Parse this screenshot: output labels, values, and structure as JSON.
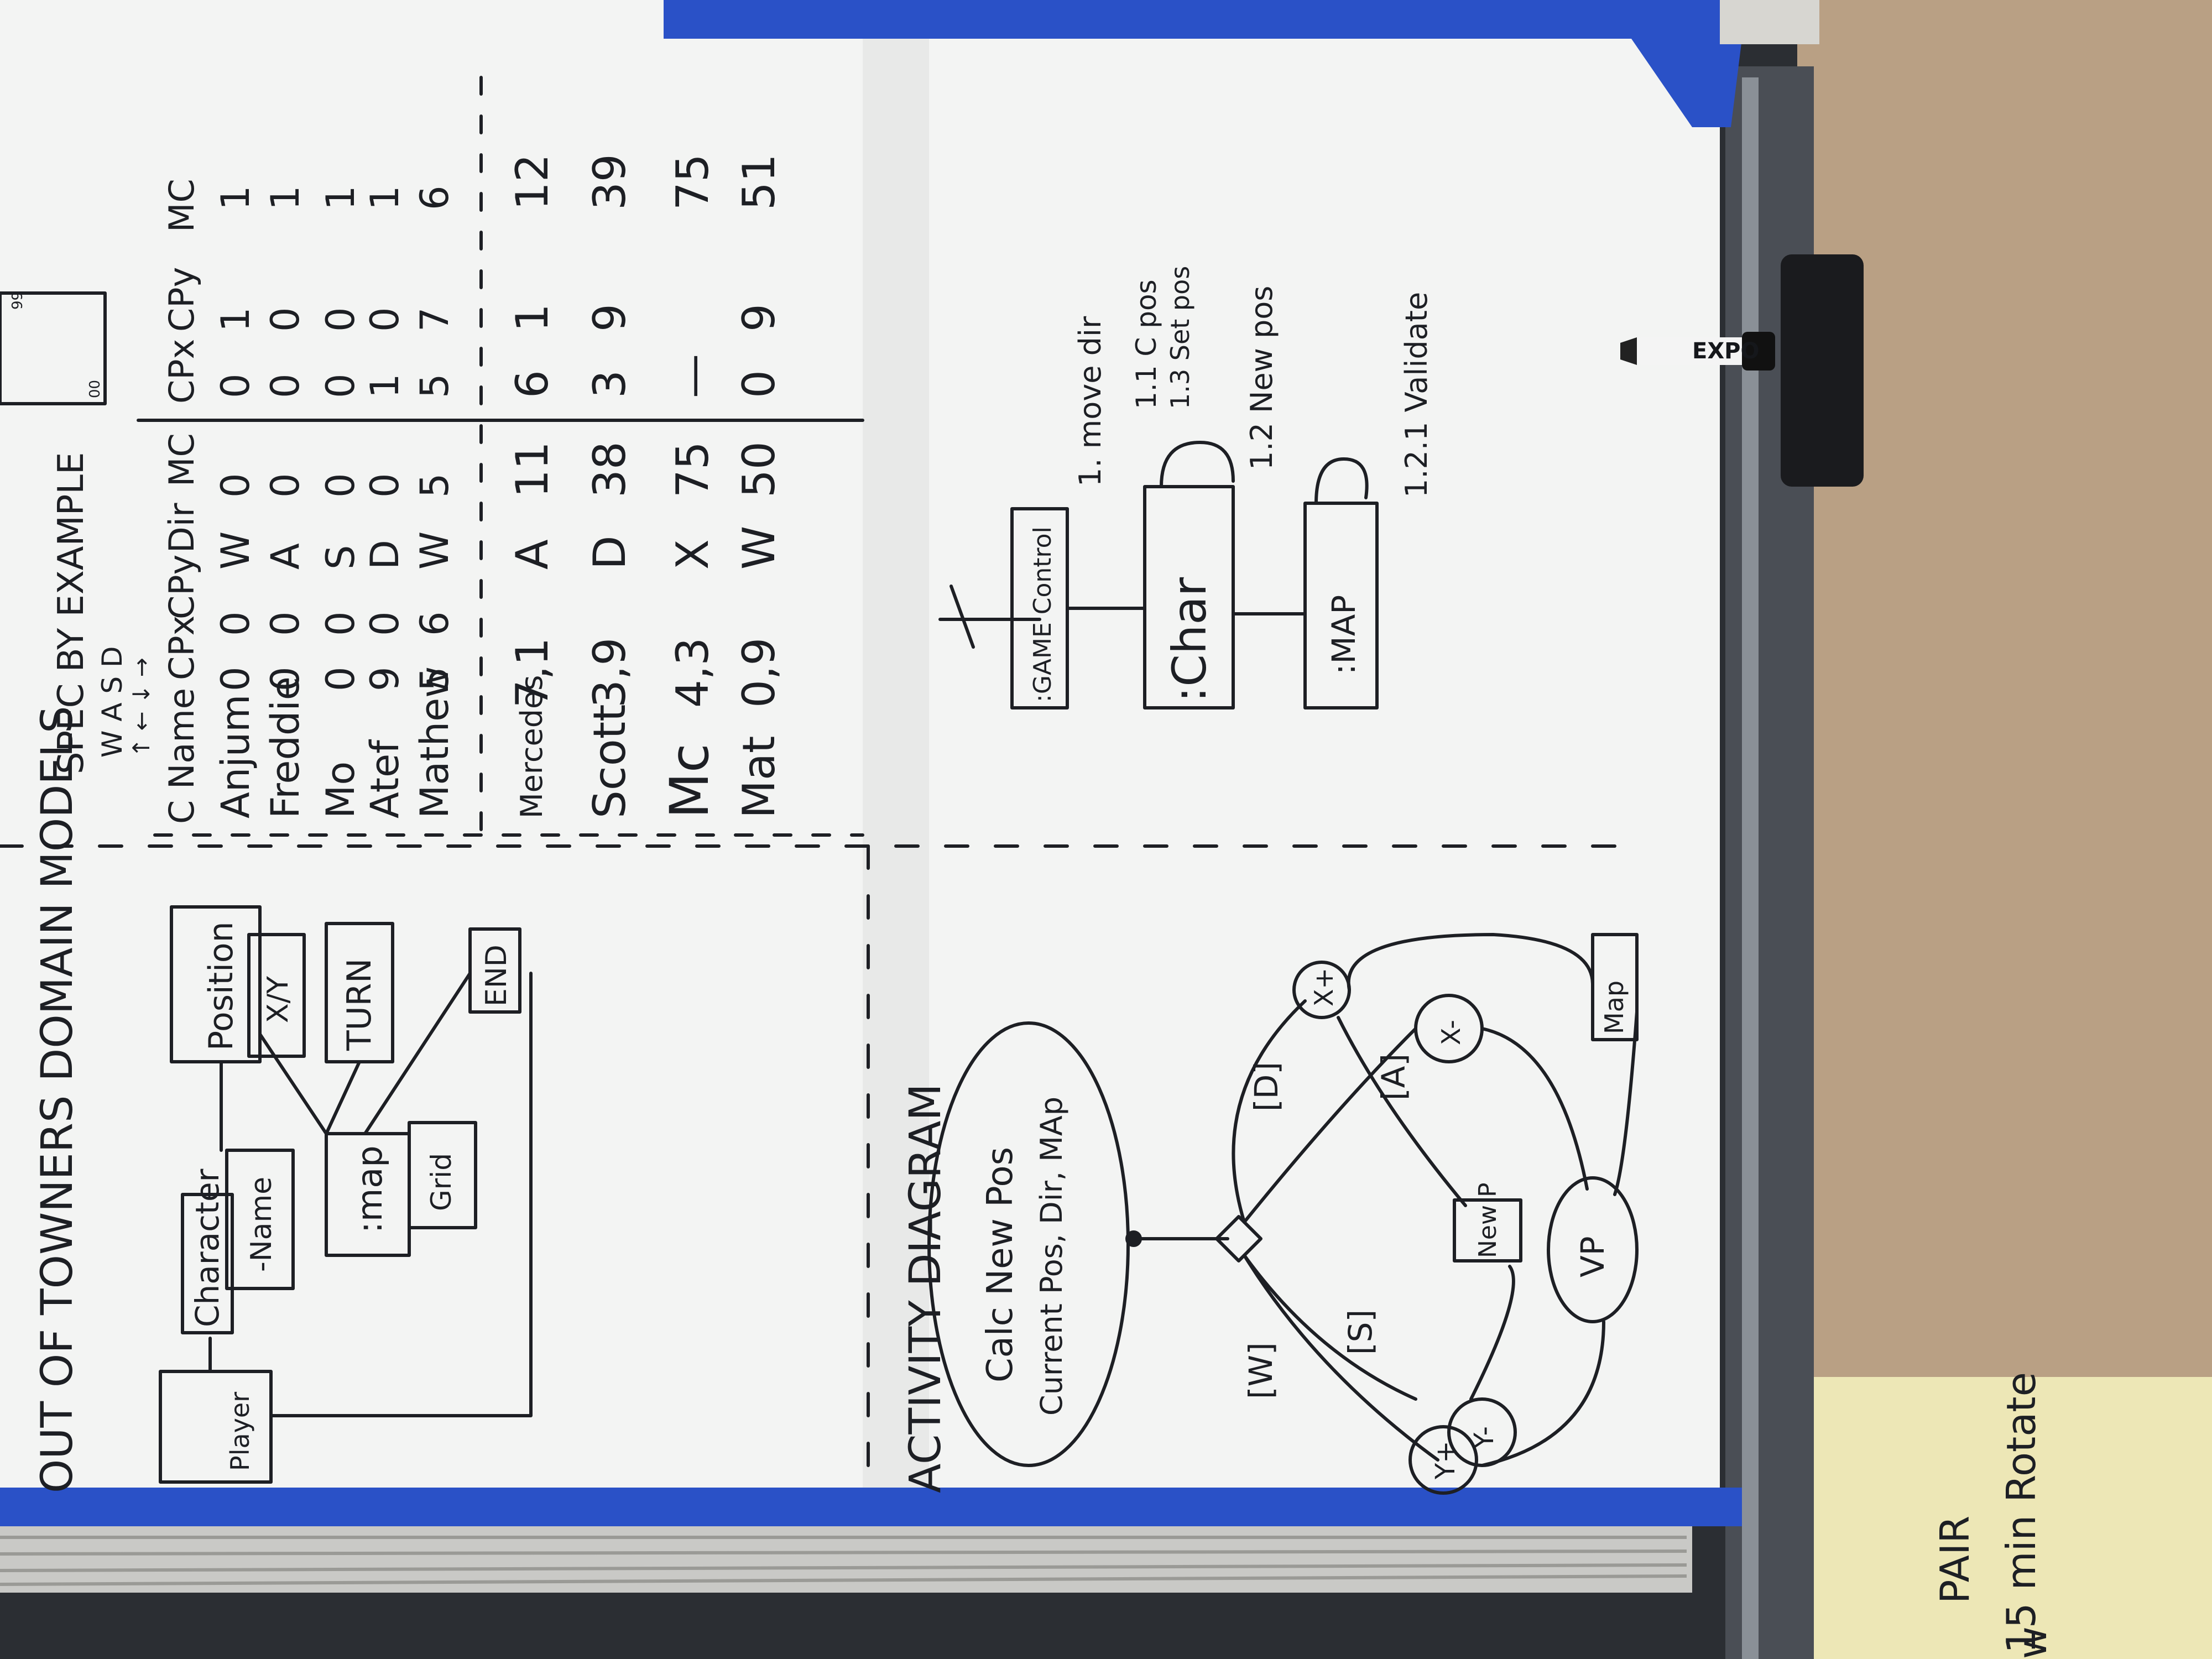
{
  "photo": {
    "subject": "whiteboard photo, rotated 90 degrees",
    "colors": {
      "board": "#f3f4f3",
      "tape": "#2a51c7",
      "frame": "#2b2e33",
      "cork": "#b9a084",
      "ink": "#1d1f24",
      "sticky_note": "#ede7b6"
    }
  },
  "domain_model": {
    "title": "OUT OF TOWNERS DOMAIN MODELS",
    "boxes": {
      "player": "Player",
      "character": "Character",
      "name": "-Name",
      "position": "Position",
      "xy": "X/Y",
      "turn": "TURN",
      "map": ":map",
      "grid": "Grid",
      "end": "END"
    }
  },
  "spec_by_example": {
    "title": "SPEC BY EXAMPLE",
    "key_letters": "W A S D",
    "key_arrows": "↑ ← ↓ →",
    "grid_corner_top": "99",
    "grid_corner_bottom": "00",
    "headers": [
      "C Name",
      "CPx",
      "CPy",
      "Dir",
      "MC",
      "CPx",
      "CPy",
      "MC"
    ],
    "rows_group1": [
      [
        "Anjum",
        "0",
        "0",
        "W",
        "0",
        "0",
        "1",
        "1"
      ],
      [
        "Freddie",
        "0",
        "0",
        "A",
        "0",
        "0",
        "0",
        "1"
      ],
      [
        "Mo",
        "0",
        "0",
        "S",
        "0",
        "0",
        "0",
        "1"
      ],
      [
        "Atef",
        "9",
        "0",
        "D",
        "0",
        "1",
        "0",
        "1"
      ],
      [
        "Mathew",
        "5",
        "6",
        "W",
        "5",
        "5",
        "7",
        "6"
      ]
    ],
    "rows_group2": [
      [
        "Mercedes",
        "7,1",
        "",
        "A",
        "11",
        "6",
        "1",
        "12"
      ],
      [
        "Scott",
        "3,9",
        "",
        "D",
        "38",
        "3",
        "9",
        "39"
      ],
      [
        "Mc",
        "4,3",
        "",
        "X",
        "75",
        "—",
        "",
        "75"
      ],
      [
        "Mat",
        "0,9",
        "",
        "W",
        "50",
        "0",
        "9",
        "51"
      ]
    ]
  },
  "activity_diagram": {
    "title": "ACTIVITY DIAGRAM",
    "header_line1": "Calc New Pos",
    "header_line2": "Current Pos, Dir, MAp",
    "nodes": {
      "y_plus": "Y+",
      "y_minus": "Y-",
      "x_plus": "X+",
      "x_minus": "X-",
      "new_p": "New P",
      "vp": "VP",
      "map": "Map"
    },
    "labels": {
      "w": "[W]",
      "s": "[S]",
      "d": "[D]",
      "a": "[A]"
    }
  },
  "sequence_diagram": {
    "gamecontrol": ":GAME Control",
    "char": ":Char",
    "map": ":MAP",
    "steps": [
      "1. move dir",
      "1.1 C pos",
      "1.3 Set pos",
      "1.2 New pos",
      "1.2.1 Validate"
    ]
  },
  "marker": {
    "brand": "EXPO"
  },
  "sticky_note": {
    "line1": "PAIR",
    "line2": "15 min Rotate",
    "edge_text": "w"
  }
}
